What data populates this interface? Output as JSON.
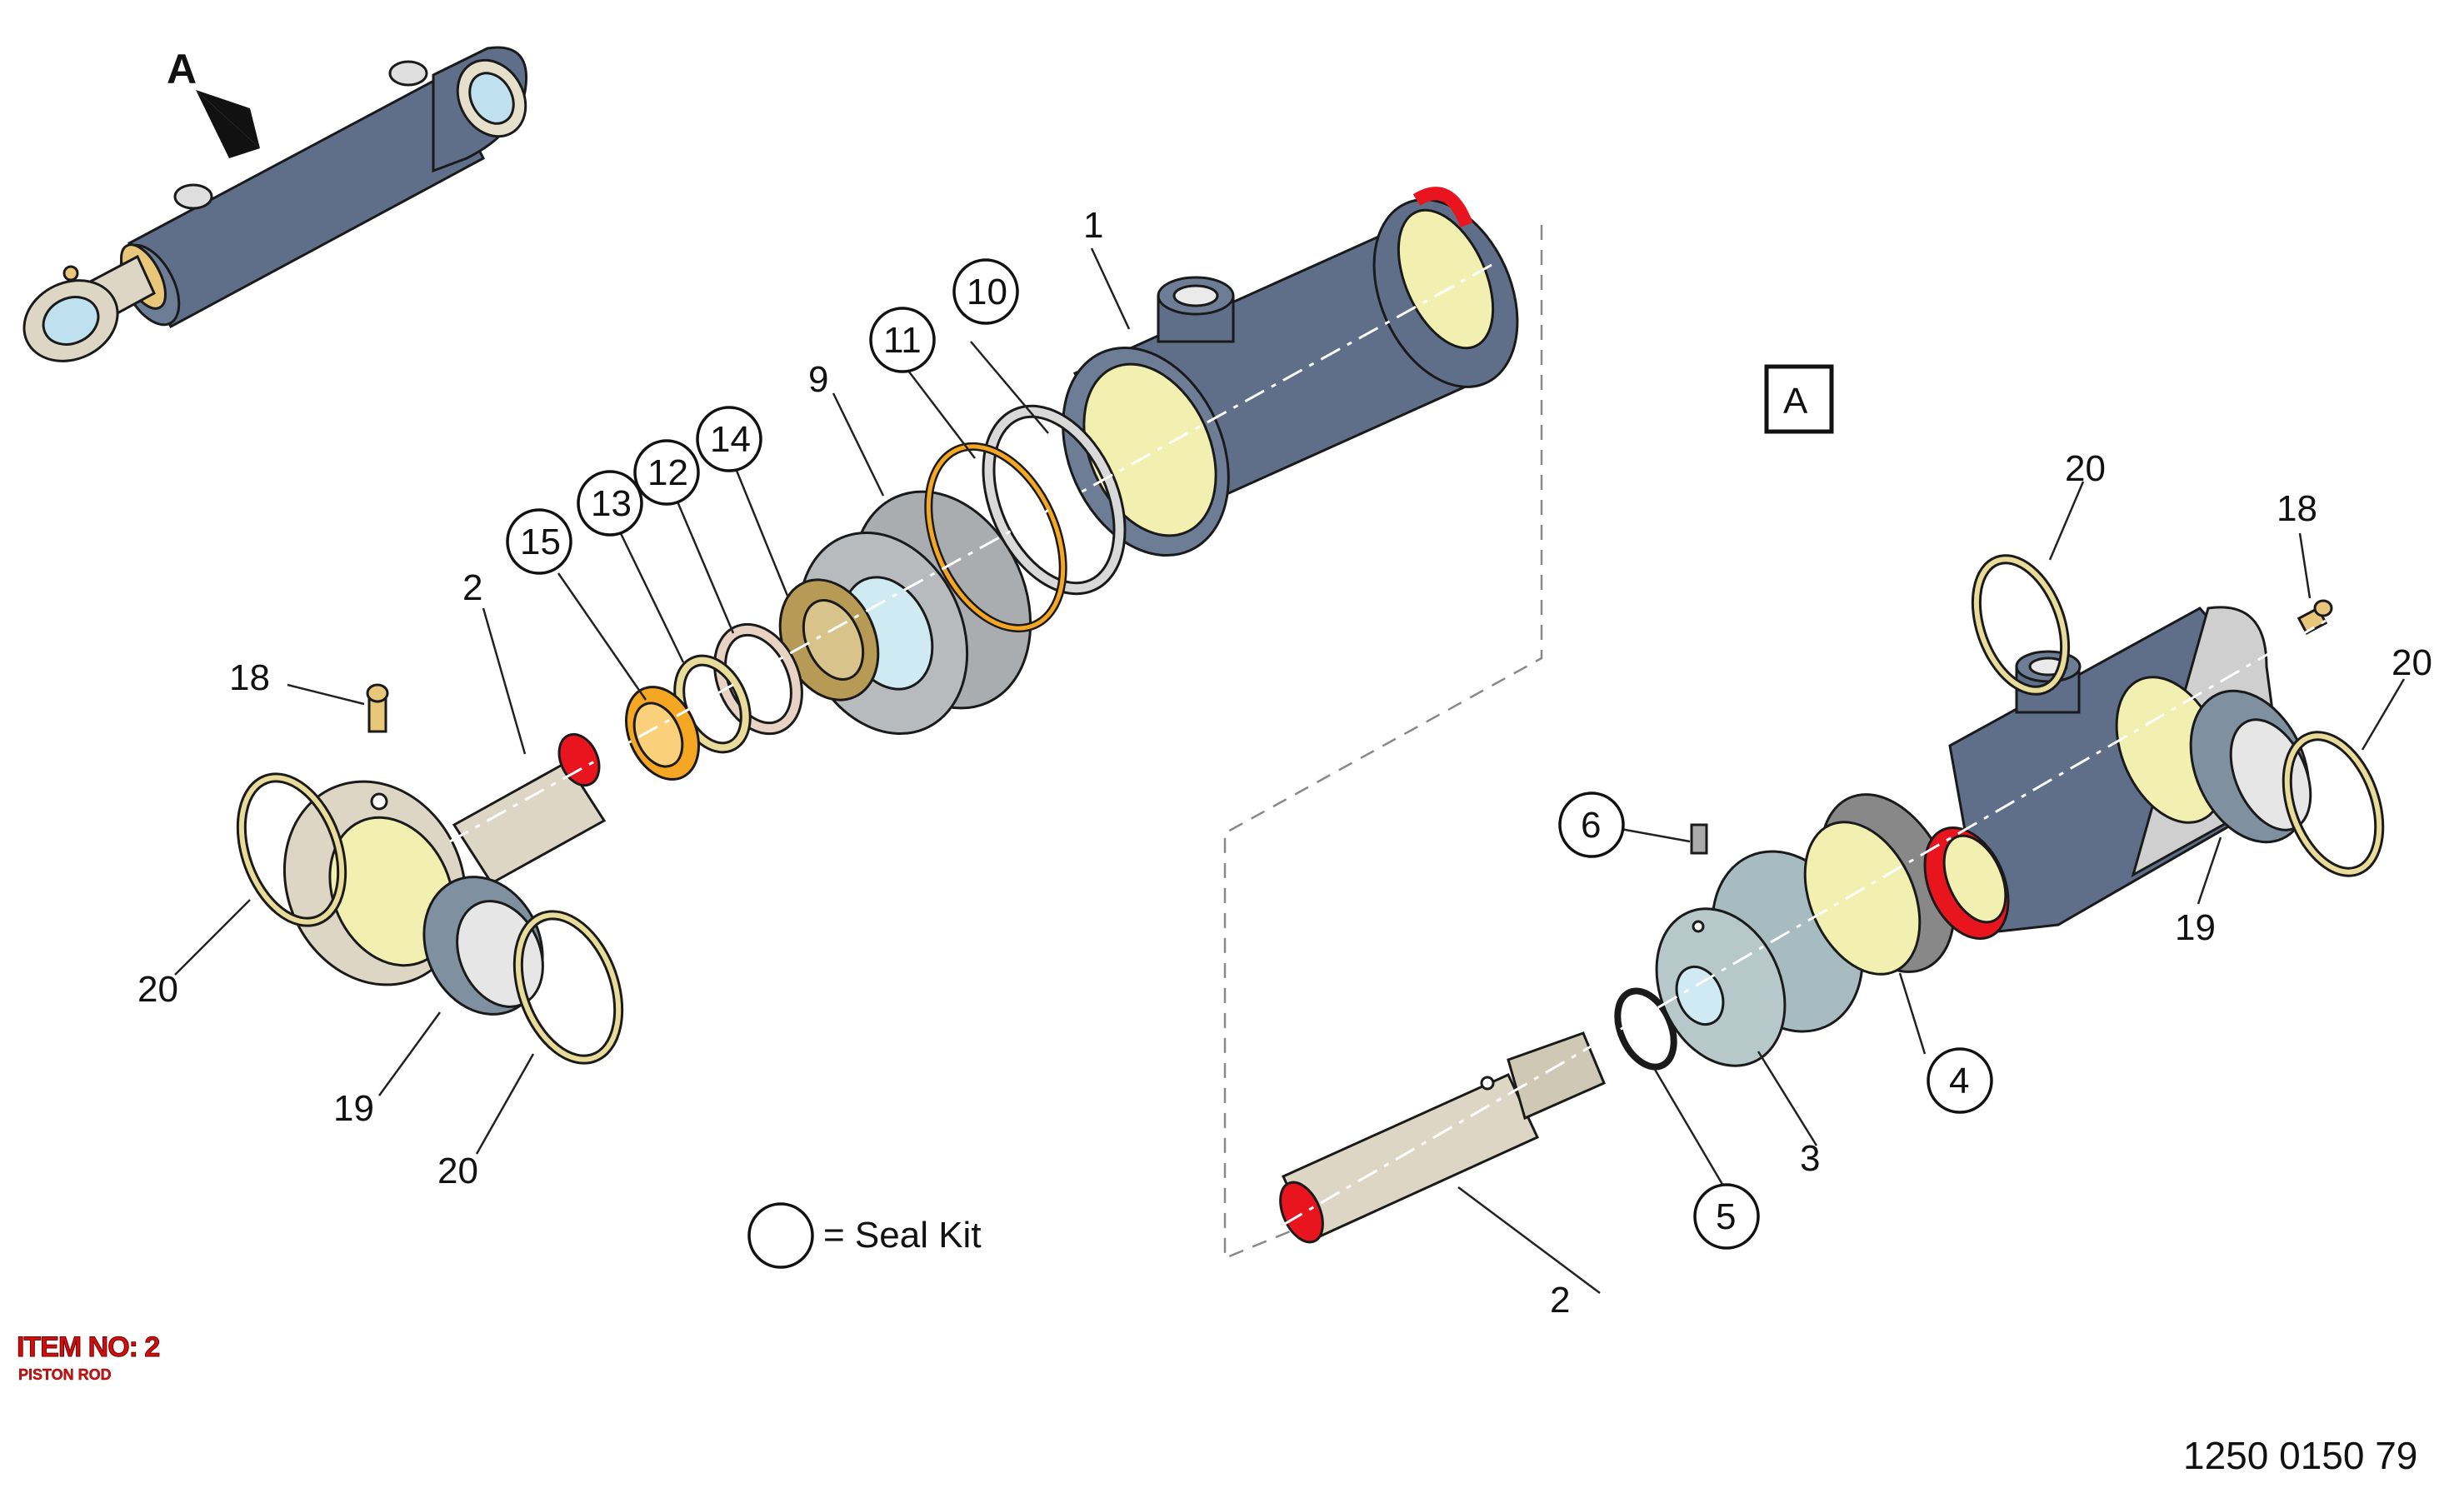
{
  "view_marker": {
    "arrow_label": "A",
    "detail_label": "A"
  },
  "legend": {
    "text": "= Seal Kit"
  },
  "item": {
    "number": "ITEM NO: 2",
    "description": "PISTON ROD"
  },
  "drawing_number": "1250 0150 79",
  "callouts": {
    "c1": "1",
    "c2a": "2",
    "c2b": "2",
    "c3": "3",
    "c4": "4",
    "c5": "5",
    "c6": "6",
    "c9": "9",
    "c10": "10",
    "c11": "11",
    "c12": "12",
    "c13": "13",
    "c14": "14",
    "c15": "15",
    "c18a": "18",
    "c18b": "18",
    "c19a": "19",
    "c19b": "19",
    "c20a": "20",
    "c20b": "20",
    "c20c": "20",
    "c20d": "20"
  },
  "colors": {
    "barrel": "#5f6f8a",
    "bore": "#f1f0b0",
    "cut_face": "#e8141e",
    "rod": "#ddd6c4",
    "gland": "#a9adb0",
    "bushing": "#7f90a0",
    "clip": "#e9dc9a",
    "orange_seal": "#f5a623"
  }
}
